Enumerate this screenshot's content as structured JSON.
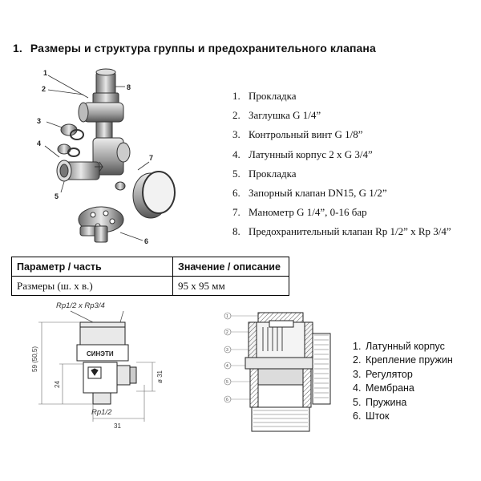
{
  "heading": {
    "number": "1.",
    "title": "Размеры и структура группы и предохранительного клапана"
  },
  "exploded_view": {
    "callouts": [
      "1",
      "2",
      "3",
      "4",
      "5",
      "6",
      "7",
      "8"
    ]
  },
  "parts": [
    {
      "n": "1.",
      "label": "Прокладка"
    },
    {
      "n": "2.",
      "label": "Заглушка G 1/4”"
    },
    {
      "n": "3.",
      "label": "Контрольный винт G 1/8”"
    },
    {
      "n": "4.",
      "label": "Латунный корпус 2 x G 3/4”"
    },
    {
      "n": "5.",
      "label": "Прокладка"
    },
    {
      "n": "6.",
      "label": "Запорный клапан DN15, G 1/2”"
    },
    {
      "n": "7.",
      "label": "Манометр G 1/4”, 0-16 бар"
    },
    {
      "n": "8.",
      "label": "Предохранительный клапан Rp 1/2” x Rp 3/4”"
    }
  ],
  "table": {
    "headers": [
      "Параметр / часть",
      "Значение / описание"
    ],
    "rows": [
      [
        "Размеры (ш. х в.)",
        "95 x 95 мм"
      ]
    ]
  },
  "dimension_drawing": {
    "top_label": "Rp1/2   x Rp3/4",
    "bottom_label": "Rp1/2",
    "brand": "СИНЭТИ",
    "dims": {
      "height": "59 (50,5)",
      "inner": "24",
      "dia": "ø 31",
      "width": "31"
    }
  },
  "section_drawing": {
    "callouts": [
      "1",
      "2",
      "3",
      "4",
      "5",
      "6"
    ]
  },
  "valve_parts": [
    {
      "n": "1.",
      "label": "Латунный корпус"
    },
    {
      "n": "2.",
      "label": "Крепление пружин"
    },
    {
      "n": "3.",
      "label": "Регулятор"
    },
    {
      "n": "4.",
      "label": "Мембрана"
    },
    {
      "n": "5.",
      "label": "Пружина"
    },
    {
      "n": "6.",
      "label": "Шток"
    }
  ]
}
